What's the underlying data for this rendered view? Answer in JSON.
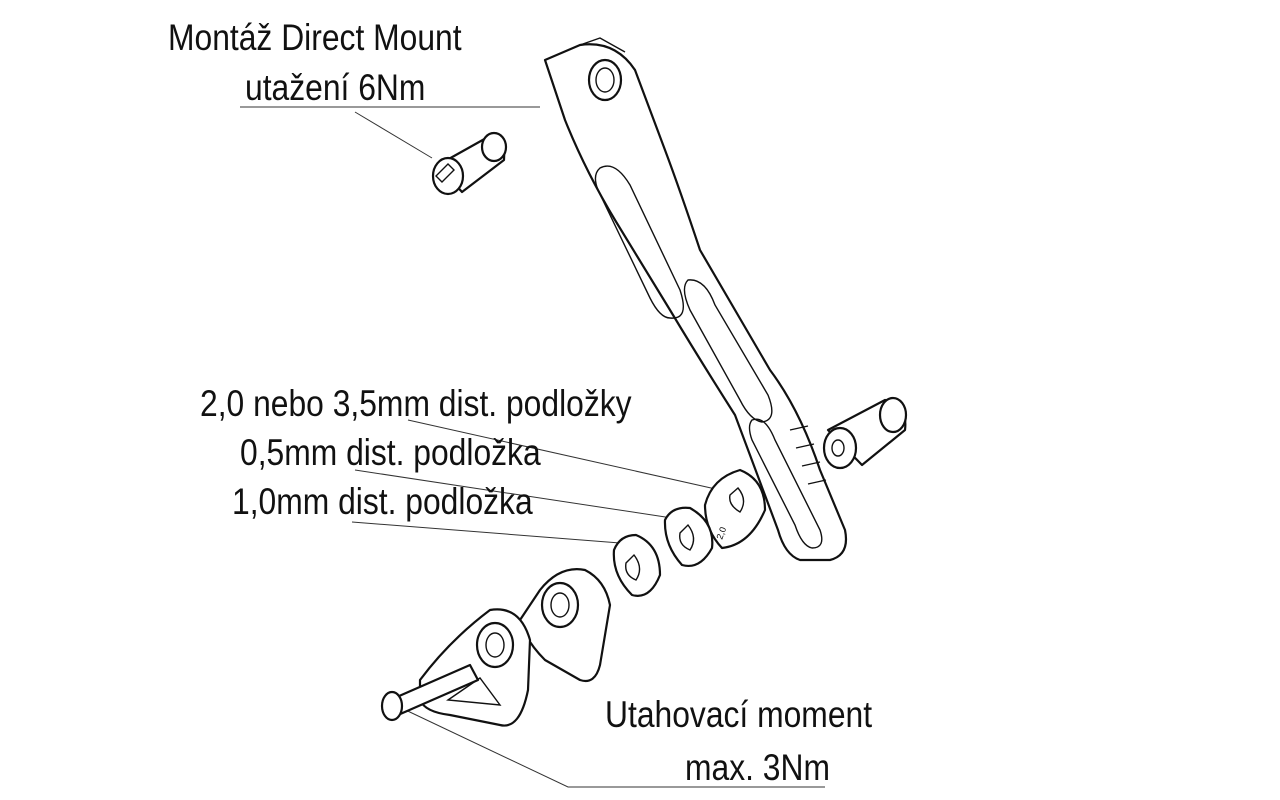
{
  "labels": {
    "direct_mount_title": "Montáž Direct Mount",
    "direct_mount_torque": "utažení 6Nm",
    "spacer_2_35": "2,0 nebo 3,5mm dist. podložky",
    "spacer_05": "0,5mm dist. podložka",
    "spacer_10": "1,0mm dist. podložka",
    "torque_title": "Utahovací moment",
    "torque_value": "max. 3Nm",
    "spacer_marking": "2,0"
  }
}
